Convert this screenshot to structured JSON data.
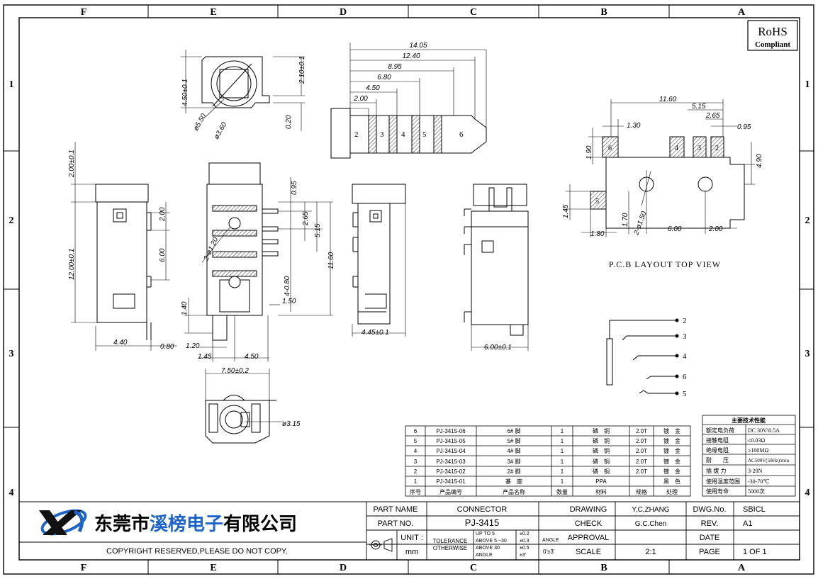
{
  "frame": {
    "columns": [
      "F",
      "E",
      "D",
      "C",
      "B",
      "A"
    ],
    "rows": [
      "1",
      "2",
      "3",
      "4"
    ]
  },
  "rohs": {
    "line1": "RoHS",
    "line2": "Compliant"
  },
  "top_view": {
    "dims": [
      "4.50±0.1",
      "2.10±0.1",
      "0.20",
      "ø5.50",
      "ø3.60"
    ]
  },
  "plug": {
    "dims": [
      "14.05",
      "12.40",
      "8.95",
      "6.80",
      "4.50",
      "2.00"
    ],
    "contacts": [
      "2",
      "3",
      "4",
      "5",
      "6"
    ]
  },
  "left_view": {
    "dims": [
      "2.00±0.1",
      "12.00±0.1",
      "2.00",
      "6.00",
      "4.40",
      "0.80"
    ]
  },
  "front_view": {
    "dims": [
      "0.95",
      "2.65",
      "5.15",
      "11.60",
      "2-ø1.20",
      "4-0.80",
      "1.50",
      "1.40",
      "1.20",
      "1.45",
      "4.50"
    ]
  },
  "side_view": {
    "dims": [
      "4.45±0.1"
    ]
  },
  "right_view": {
    "dims": [
      "6.00±0.1"
    ]
  },
  "bottom_view": {
    "dims": [
      "7.50±0.2",
      "ø3.15"
    ]
  },
  "pcb": {
    "dims": [
      "11.60",
      "5.15",
      "2.65",
      "1.30",
      "0.95",
      "1.90",
      "4.90",
      "1.45",
      "1.70",
      "2-ø1.50",
      "1.80",
      "6.00",
      "2.00"
    ],
    "pads": [
      "6",
      "4",
      "3",
      "2",
      "5"
    ],
    "caption": "P.C.B LAYOUT TOP VIEW"
  },
  "schematic": {
    "pins": [
      "2",
      "3",
      "4",
      "6",
      "5"
    ]
  },
  "spec": {
    "title": "主要技术性能",
    "rows": [
      [
        "额定电负荷",
        "DC 30V\\0.5A"
      ],
      [
        "接触电阻",
        "≤0.03Ω"
      ],
      [
        "绝缘电阻",
        "≥100MΩ"
      ],
      [
        "耐　　压",
        "AC500V(50Hz)/min"
      ],
      [
        "插 拔 力",
        "3-20N"
      ],
      [
        "使用温度范围",
        "-30-70℃"
      ],
      [
        "使用寿命",
        "5000次"
      ]
    ]
  },
  "bom": {
    "header": [
      "序号",
      "产品编号",
      "产品名称",
      "数量",
      "材料",
      "规格",
      "处理"
    ],
    "rows": [
      [
        "6",
        "PJ-3415-06",
        "6# 脚",
        "1",
        "磷　铜",
        "2.0T",
        "镀　金"
      ],
      [
        "5",
        "PJ-3415-05",
        "5# 脚",
        "1",
        "磷　铜",
        "2.0T",
        "镀　金"
      ],
      [
        "4",
        "PJ-3415-04",
        "4# 脚",
        "1",
        "磷　铜",
        "2.0T",
        "镀　金"
      ],
      [
        "3",
        "PJ-3415-03",
        "3# 脚",
        "1",
        "磷　铜",
        "2.0T",
        "镀　金"
      ],
      [
        "2",
        "PJ-3415-02",
        "2# 脚",
        "1",
        "磷　铜",
        "2.0T",
        "镀　金"
      ],
      [
        "1",
        "PJ-3415-01",
        "基　座",
        "1",
        "PPA",
        "",
        "黑　色"
      ]
    ]
  },
  "title_block": {
    "company_black_1": "东莞市",
    "company_blue": "溪榜电子",
    "company_black_2": "有限公司",
    "copyright": "COPYRIGHT RESERVED,PLEASE DO NOT COPY.",
    "part_name_label": "PART NAME",
    "part_name": "CONNECTOR",
    "part_no_label": "PART NO.",
    "part_no": "PJ-3415",
    "unit_label": "UNIT :",
    "unit": "mm",
    "tolerance_label_1": "TOLERANCE",
    "tolerance_label_2": "OTHERWISE",
    "tol_1": "UP TO 5",
    "tol_1v": "±0.2",
    "tol_2": "ABOVE 5 ~30",
    "tol_2v": "±0.3",
    "tol_3": "ABOVE 30",
    "tol_3v": "±0.5",
    "tol_4": "ANGLE",
    "tol_4v": "±3'",
    "angle_label": "ANGLE",
    "angle_value": "0'±3'",
    "drawing_label": "DRAWING",
    "drawing": "Y,C,ZHANG",
    "check_label": "CHECK",
    "check": "G.C.Chen",
    "approval_label": "APPROVAL",
    "approval": "",
    "scale_label": "SCALE",
    "scale": "2:1",
    "dwg_label": "DWG.No.",
    "dwg": "SBICL",
    "rev_label": "REV.",
    "rev": "A1",
    "date_label": "DATE",
    "date": "",
    "page_label": "PAGE",
    "page": "1  OF  1"
  }
}
